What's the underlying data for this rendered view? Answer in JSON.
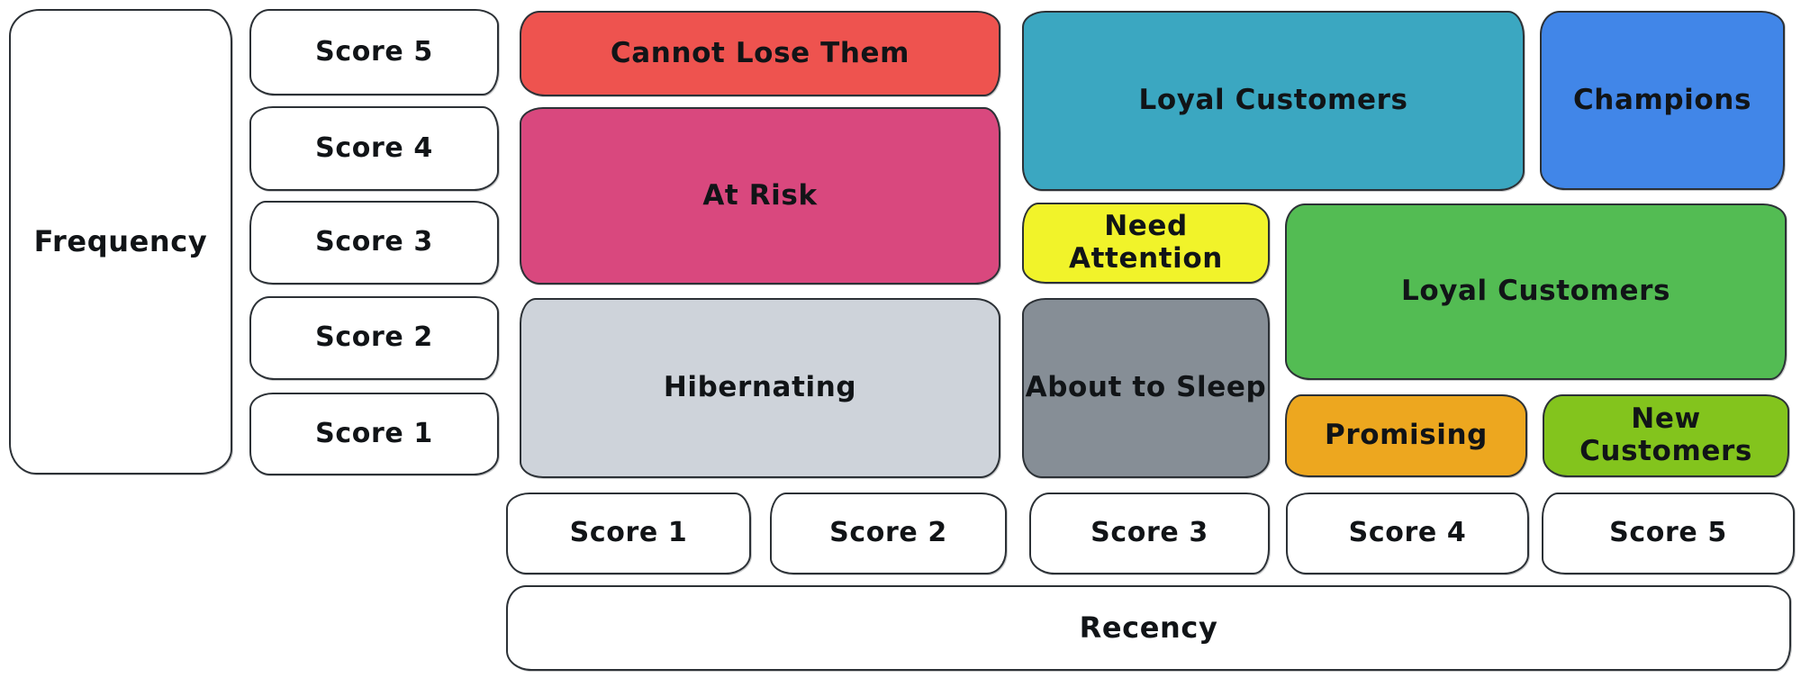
{
  "axes": {
    "frequency": {
      "label": "Frequency",
      "scores": [
        "Score 5",
        "Score 4",
        "Score 3",
        "Score 2",
        "Score 1"
      ]
    },
    "recency": {
      "label": "Recency",
      "scores": [
        "Score 1",
        "Score 2",
        "Score 3",
        "Score 4",
        "Score 5"
      ]
    }
  },
  "segments": {
    "cannot_lose_them": {
      "label": "Cannot Lose Them",
      "color": "#ee534f",
      "recency_span": "1-2",
      "frequency_span": "5"
    },
    "at_risk": {
      "label": "At Risk",
      "color": "#d9487e",
      "recency_span": "1-2",
      "frequency_span": "3-4"
    },
    "hibernating": {
      "label": "Hibernating",
      "color": "#ced3da",
      "recency_span": "1-2",
      "frequency_span": "1-2"
    },
    "loyal_customers_upper": {
      "label": "Loyal Customers",
      "color": "#3ba7c1",
      "recency_span": "3-4",
      "frequency_span": "4-5"
    },
    "champions": {
      "label": "Champions",
      "color": "#4186e8",
      "recency_span": "5",
      "frequency_span": "4-5"
    },
    "need_attention": {
      "label": "Need Attention",
      "color": "#f1f32a",
      "recency_span": "3",
      "frequency_span": "3"
    },
    "loyal_customers_lower": {
      "label": "Loyal Customers",
      "color": "#53bc53",
      "recency_span": "4-5",
      "frequency_span": "2-3"
    },
    "about_to_sleep": {
      "label": "About to Sleep",
      "color": "#868e96",
      "recency_span": "3",
      "frequency_span": "1-2"
    },
    "promising": {
      "label": "Promising",
      "color": "#eda71f",
      "recency_span": "4",
      "frequency_span": "1"
    },
    "new_customers": {
      "label": "New Customers",
      "color": "#83c41d",
      "recency_span": "5",
      "frequency_span": "1"
    }
  },
  "colors": {
    "background": "#ffffff",
    "box_border": "#2c3136",
    "text": "#111417"
  }
}
